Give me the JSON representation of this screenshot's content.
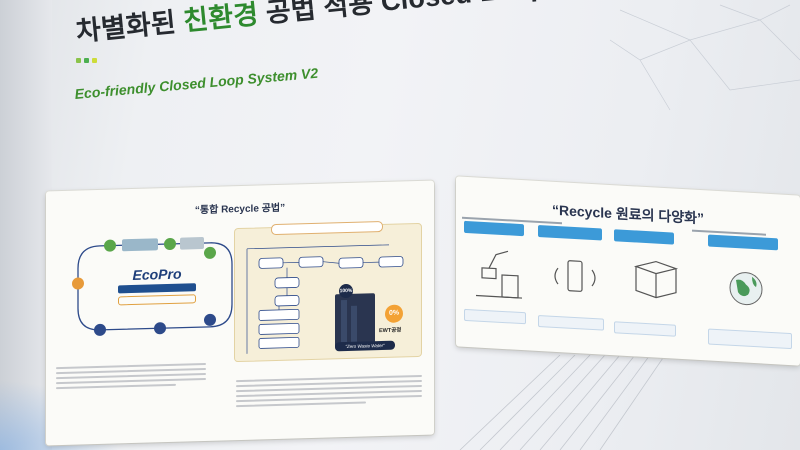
{
  "wall": {
    "title_prefix": "차별화된 ",
    "title_accent": "친환경",
    "title_suffix": " 공법 적용 Closed Loop System",
    "subtitle": "Eco-friendly Closed Loop System V2",
    "accent_color": "#2e8a2e",
    "dot_colors": [
      "#8bc34a",
      "#4caf50",
      "#cddc39"
    ]
  },
  "left_panel": {
    "title": "“통합 Recycle 공법”",
    "logo_text": "EcoPro",
    "plant_badge": "100%",
    "ewt_badge": "0%",
    "ewt_label": "EWT공정",
    "zero_waste": "“Zero Waste Water”"
  },
  "right_panel": {
    "title": "“Recycle 원료의 다양화”"
  }
}
